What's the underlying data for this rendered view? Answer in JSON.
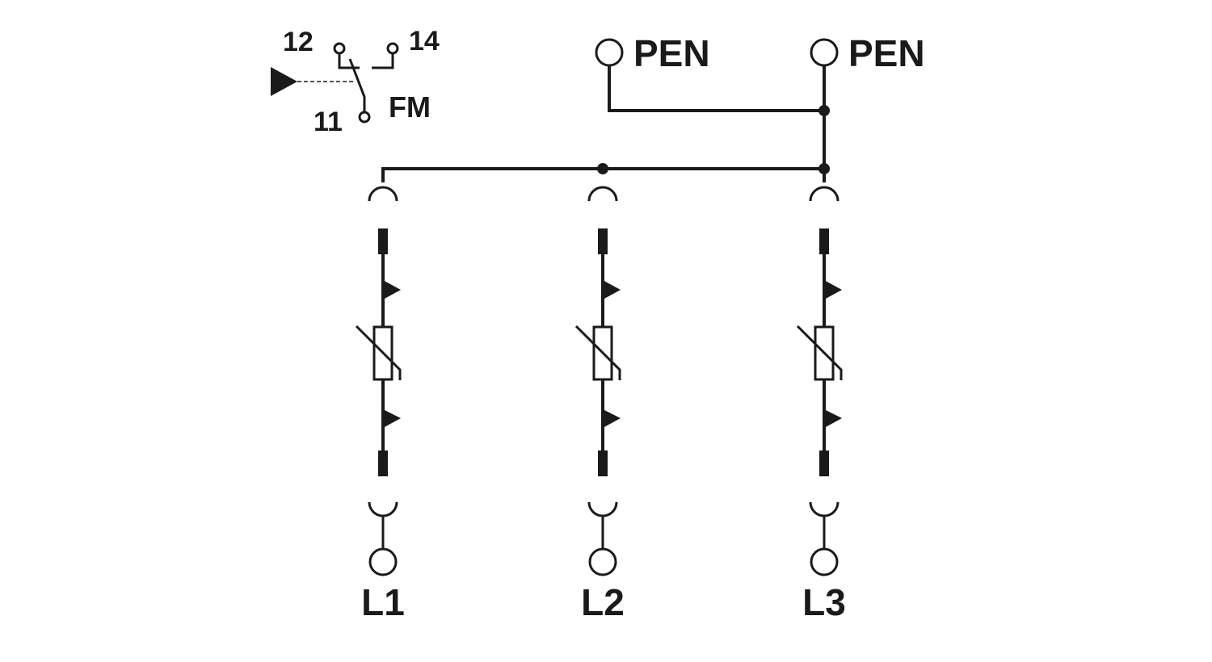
{
  "diagram": {
    "title": "Surge protection device circuit diagram (3-phase, PEN)",
    "colors": {
      "line": "#1a1a1a",
      "background": "#ffffff"
    },
    "fm_contact": {
      "label": "FM",
      "terminals": [
        "12",
        "14",
        "11"
      ],
      "icon": "changeover-contact-icon"
    },
    "top_terminals": [
      {
        "label": "PEN",
        "icon": "terminal-circle-icon"
      },
      {
        "label": "PEN",
        "icon": "terminal-circle-icon"
      }
    ],
    "phases": [
      {
        "label": "L1",
        "components": [
          "plug-socket",
          "fuse",
          "thermal-disconnect",
          "varistor",
          "thermal-disconnect",
          "fuse",
          "plug-socket",
          "terminal"
        ]
      },
      {
        "label": "L2",
        "components": [
          "plug-socket",
          "fuse",
          "thermal-disconnect",
          "varistor",
          "thermal-disconnect",
          "fuse",
          "plug-socket",
          "terminal"
        ]
      },
      {
        "label": "L3",
        "components": [
          "plug-socket",
          "fuse",
          "thermal-disconnect",
          "varistor",
          "thermal-disconnect",
          "fuse",
          "plug-socket",
          "terminal"
        ]
      }
    ]
  }
}
